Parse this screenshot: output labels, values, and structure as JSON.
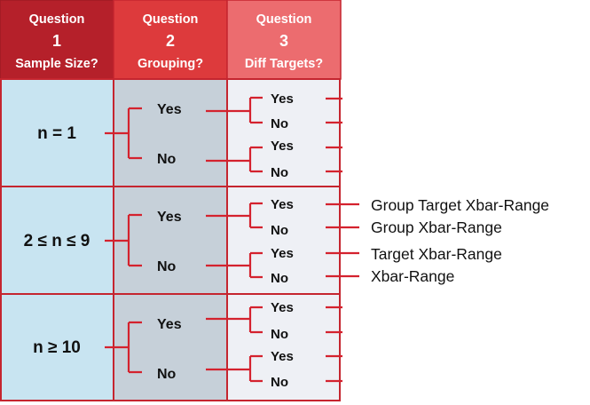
{
  "headers": [
    {
      "line1": "Question",
      "number": "1",
      "line3": "Sample Size?"
    },
    {
      "line1": "Question",
      "number": "2",
      "line3": "Grouping?"
    },
    {
      "line1": "Question",
      "number": "3",
      "line3": "Diff Targets?"
    }
  ],
  "rows": [
    {
      "sample_size": "n = 1",
      "grouping": [
        "Yes",
        "No"
      ],
      "targets": [
        "Yes",
        "No",
        "Yes",
        "No"
      ],
      "results": [
        "",
        "",
        "",
        ""
      ]
    },
    {
      "sample_size": "2 ≤ n ≤ 9",
      "grouping": [
        "Yes",
        "No"
      ],
      "targets": [
        "Yes",
        "No",
        "Yes",
        "No"
      ],
      "results": [
        "Group Target Xbar-Range",
        "Group Xbar-Range",
        "Target Xbar-Range",
        "Xbar-Range"
      ]
    },
    {
      "sample_size": "n ≥ 10",
      "grouping": [
        "Yes",
        "No"
      ],
      "targets": [
        "Yes",
        "No",
        "Yes",
        "No"
      ],
      "results": [
        "",
        "",
        "",
        ""
      ]
    }
  ],
  "colors": {
    "header1": "#b5202a",
    "header2": "#dd3a3c",
    "header3": "#ec6c6f",
    "col1_bg": "#c8e4f1",
    "col2_bg": "#c6d0d9",
    "col3_bg": "#eef0f5",
    "border": "#c5252f",
    "connector": "#d4222e"
  }
}
